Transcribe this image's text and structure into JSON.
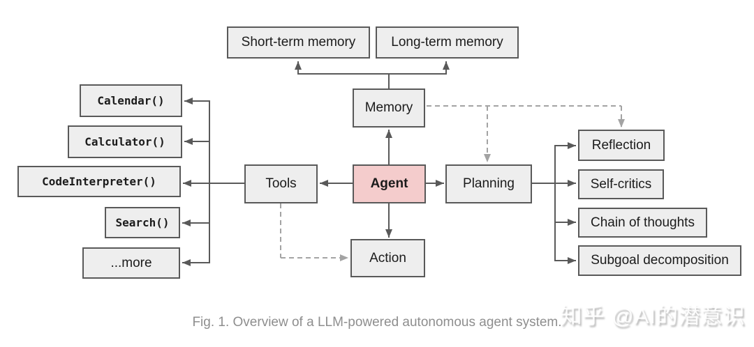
{
  "diagram": {
    "nodes": {
      "short_term_memory": {
        "label": "Short-term memory"
      },
      "long_term_memory": {
        "label": "Long-term memory"
      },
      "memory": {
        "label": "Memory"
      },
      "agent": {
        "label": "Agent"
      },
      "tools": {
        "label": "Tools"
      },
      "planning": {
        "label": "Planning"
      },
      "action": {
        "label": "Action"
      },
      "calendar": {
        "label": "Calendar()"
      },
      "calculator": {
        "label": "Calculator()"
      },
      "code_interpreter": {
        "label": "CodeInterpreter()"
      },
      "search": {
        "label": "Search()"
      },
      "more": {
        "label": "...more"
      },
      "reflection": {
        "label": "Reflection"
      },
      "self_critics": {
        "label": "Self-critics"
      },
      "chain_of_thoughts": {
        "label": "Chain of thoughts"
      },
      "subgoal_decomposition": {
        "label": "Subgoal decomposition"
      }
    },
    "caption": "Fig. 1. Overview of a LLM-powered autonomous agent system.",
    "watermark": "知乎 @AI的潜意识",
    "colors": {
      "agent_fill": "#f4cccc",
      "node_fill": "#eeeeee",
      "node_border": "#595959",
      "arrow_color": "#595959",
      "dash_color": "#a3a3a3",
      "caption_color": "#8e8e8e"
    }
  }
}
